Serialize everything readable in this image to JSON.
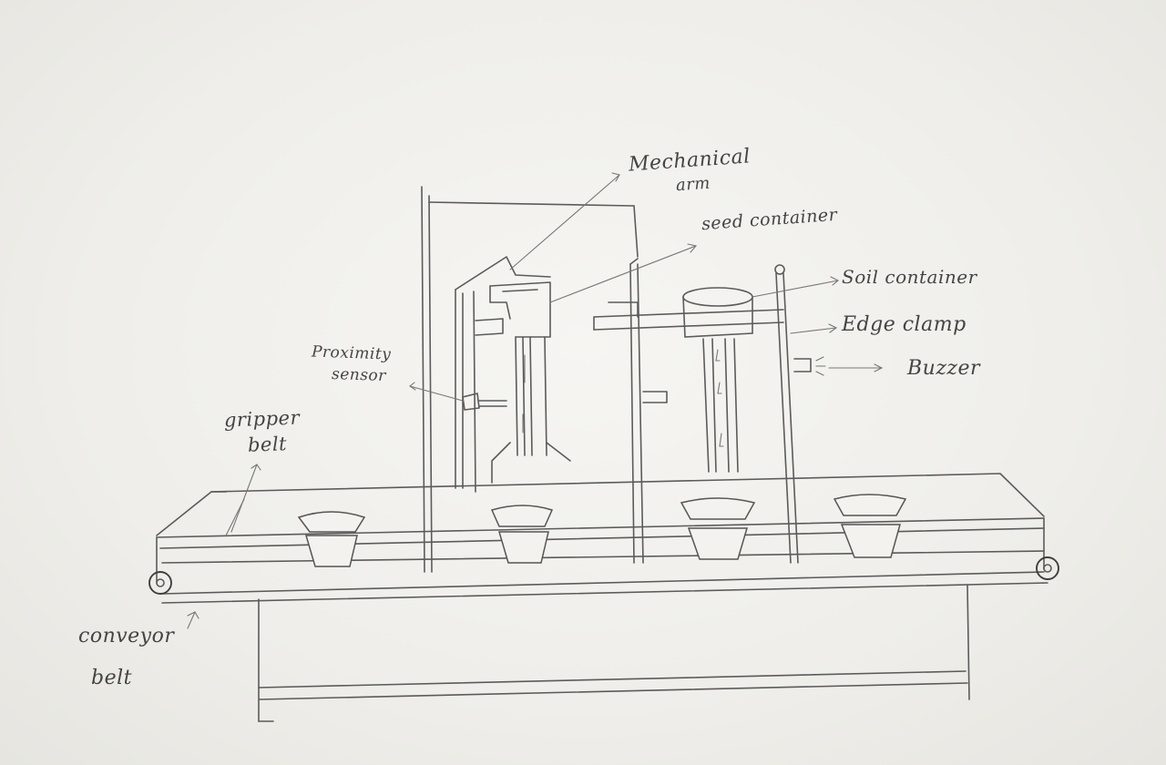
{
  "labels": {
    "mechanical_arm_line1": "Mechanical",
    "mechanical_arm_line2": "arm",
    "seed_container": "seed container",
    "soil_container": "Soil container",
    "edge_clamp": "Edge clamp",
    "buzzer": "Buzzer",
    "proximity_sensor_line1": "Proximity",
    "proximity_sensor_line2": "sensor",
    "gripper_belt_line1": "gripper",
    "gripper_belt_line2": "belt",
    "conveyor_belt_line1": "conveyor",
    "conveyor_belt_line2": "belt"
  },
  "colors": {
    "pencil": "#5b5b5b",
    "paper": "#efeeea"
  }
}
